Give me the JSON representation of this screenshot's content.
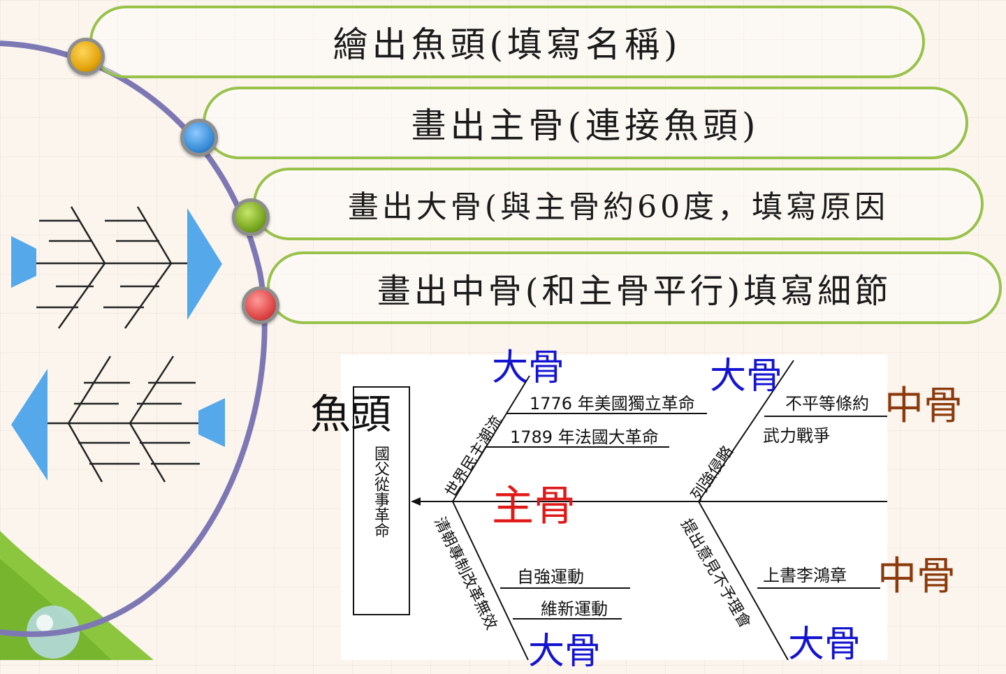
{
  "steps": [
    {
      "text": "繪出魚頭(填寫名稱)",
      "dot_color": "#e3a50c"
    },
    {
      "text": "畫出主骨(連接魚頭)",
      "dot_color": "#3a8ed8"
    },
    {
      "text": "畫出大骨(與主骨約60度，填寫原因",
      "dot_color": "#7aa820"
    },
    {
      "text": "畫出中骨(和主骨平行)填寫細節",
      "dot_color": "#e04848"
    }
  ],
  "colors": {
    "accent_green": "#98c24a",
    "arc_purple": "#7d78b4",
    "fish_blue": "#55a8ea",
    "label_blue": "#1414d0",
    "label_red": "#e01818",
    "label_brown": "#8b3a0c"
  },
  "diagram": {
    "head_label": "魚頭",
    "head_box_text": "國父從事革命",
    "spine_label": "主骨",
    "big_bone_labels": [
      "大骨",
      "大骨",
      "大骨",
      "大骨"
    ],
    "mid_bone_labels": [
      "中骨",
      "中骨"
    ],
    "bones": {
      "upper_left": "世界民主潮流",
      "upper_right": "列強侵略",
      "lower_left": "清朝專制改革無效",
      "lower_right": "提出意見不予理會"
    },
    "details": {
      "ul_1": "1776 年美國獨立革命",
      "ul_2": "1789 年法國大革命",
      "ur_1": "不平等條約",
      "ur_2": "武力戰爭",
      "ll_1": "自強運動",
      "ll_2": "維新運動",
      "lr_1": "上書李鴻章"
    }
  },
  "icons": [
    "fish-right-icon",
    "fish-left-icon"
  ]
}
